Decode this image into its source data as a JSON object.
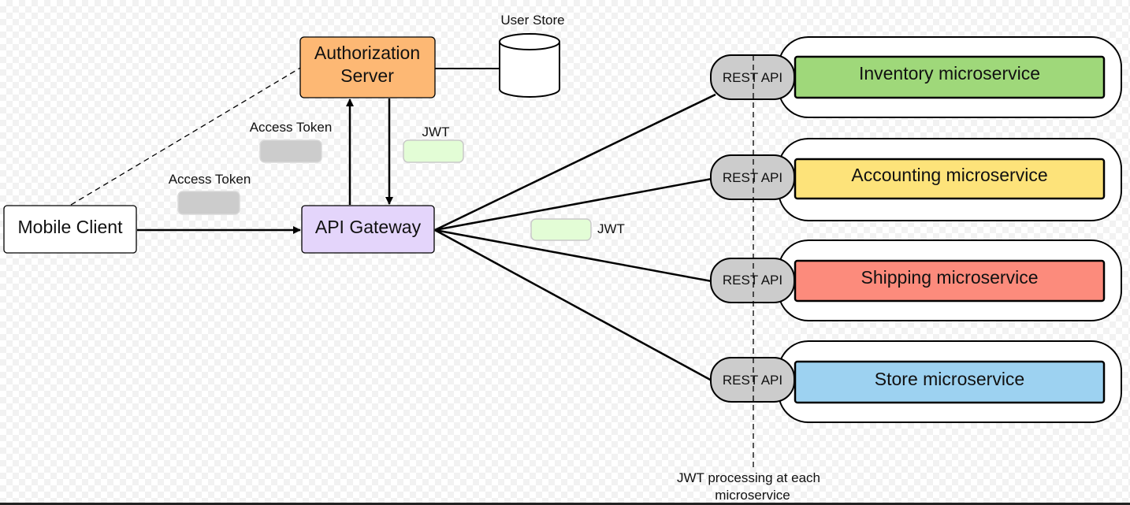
{
  "nodes": {
    "mobile_client": "Mobile Client",
    "auth_server_line1": "Authorization",
    "auth_server_line2": "Server",
    "user_store": "User Store",
    "api_gateway": "API Gateway"
  },
  "labels": {
    "access_token_upper": "Access Token",
    "access_token_left": "Access Token",
    "jwt_upper": "JWT",
    "jwt_middle": "JWT",
    "jwt_note_line1": "JWT processing at each",
    "jwt_note_line2": "microservice"
  },
  "services": [
    {
      "api": "REST API",
      "name": "Inventory microservice",
      "color": "#9fd87a"
    },
    {
      "api": "REST API",
      "name": "Accounting microservice",
      "color": "#fde37a"
    },
    {
      "api": "REST API",
      "name": "Shipping microservice",
      "color": "#fc8b7c"
    },
    {
      "api": "REST API",
      "name": "Store microservice",
      "color": "#9dd2f1"
    }
  ],
  "colors": {
    "auth_server": "#fdb874",
    "api_gateway": "#e4d5fb",
    "access_token_chip": "#cccccc",
    "jwt_chip": "#e3fdd6",
    "rest_api": "#cccccc"
  }
}
